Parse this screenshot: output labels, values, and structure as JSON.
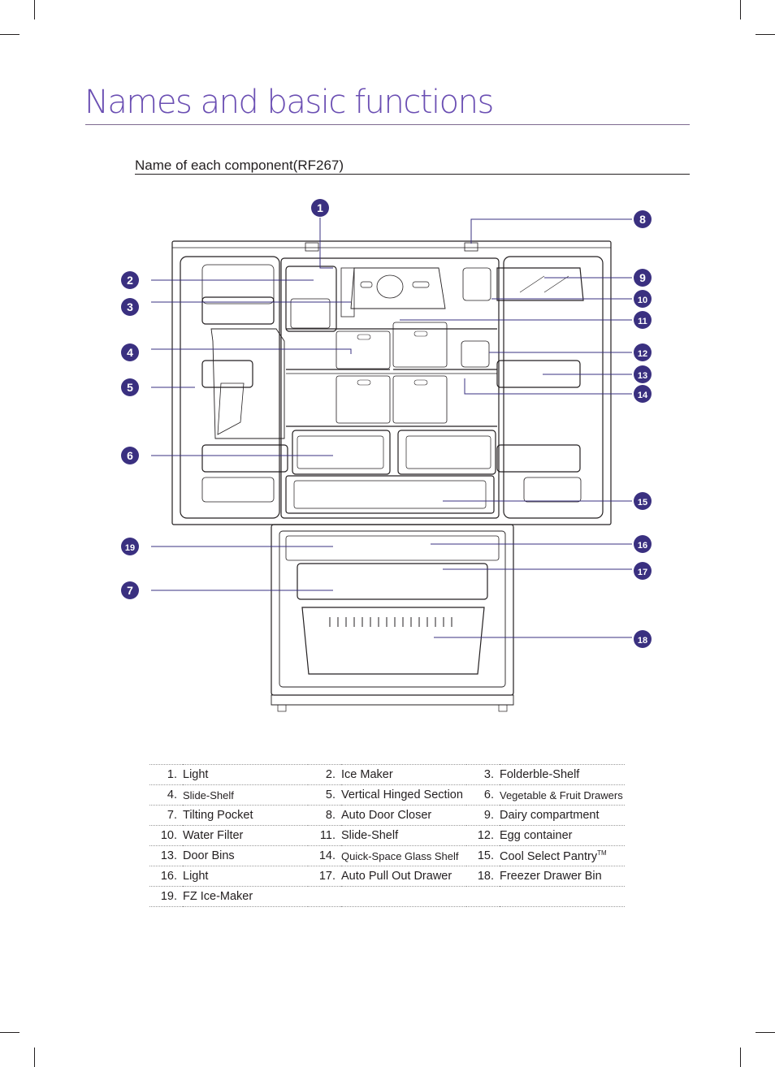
{
  "title": "Names and basic functions",
  "section_heading": "Name of each component(RF267)",
  "callout_numbers": [
    "1",
    "2",
    "3",
    "4",
    "5",
    "6",
    "7",
    "8",
    "9",
    "10",
    "11",
    "12",
    "13",
    "14",
    "15",
    "16",
    "17",
    "18",
    "19"
  ],
  "callout_style": {
    "fill": "#3a3080",
    "text": "#ffffff"
  },
  "accent_color": "#6b4fb3",
  "legend": [
    [
      {
        "num": "1.",
        "label": "Light"
      },
      {
        "num": "2.",
        "label": "Ice Maker"
      },
      {
        "num": "3.",
        "label": "Folderble-Shelf"
      }
    ],
    [
      {
        "num": "4.",
        "label": "Slide-Shelf"
      },
      {
        "num": "5.",
        "label": "Vertical Hinged Section"
      },
      {
        "num": "6.",
        "label": "Vegetable & Fruit Drawers"
      }
    ],
    [
      {
        "num": "7.",
        "label": "Tilting Pocket"
      },
      {
        "num": "8.",
        "label": "Auto Door Closer"
      },
      {
        "num": "9.",
        "label": "Dairy compartment"
      }
    ],
    [
      {
        "num": "10.",
        "label": "Water Filter"
      },
      {
        "num": "11.",
        "label": "Slide-Shelf"
      },
      {
        "num": "12.",
        "label": "Egg container"
      }
    ],
    [
      {
        "num": "13.",
        "label": "Door Bins"
      },
      {
        "num": "14.",
        "label": "Quick-Space Glass Shelf"
      },
      {
        "num": "15.",
        "label": "Cool Select Pantry",
        "sup": "TM"
      }
    ],
    [
      {
        "num": "16.",
        "label": "Light"
      },
      {
        "num": "17.",
        "label": "Auto Pull Out Drawer"
      },
      {
        "num": "18.",
        "label": "Freezer Drawer Bin"
      }
    ],
    [
      {
        "num": "19.",
        "label": "FZ Ice-Maker"
      },
      {
        "num": "",
        "label": ""
      },
      {
        "num": "",
        "label": ""
      }
    ]
  ]
}
